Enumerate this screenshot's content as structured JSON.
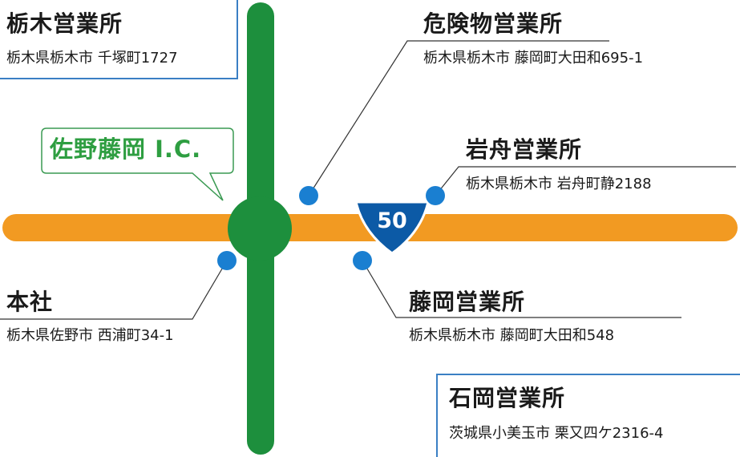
{
  "colors": {
    "expressway": "#1d8f3d",
    "national_road": "#f29a22",
    "route_shield": "#0c5aa6",
    "office_dot": "#1a7fd1",
    "callout_border": "#3a9a52",
    "box_border": "#3a7fc4",
    "leader_line": "#333333"
  },
  "interchange": {
    "label": "佐野藤岡 I.C."
  },
  "route": {
    "number": "50"
  },
  "offices": {
    "tochigi": {
      "name": "栃木営業所",
      "address": "栃木県栃木市 千塚町1727"
    },
    "kikenbutsu": {
      "name": "危険物営業所",
      "address": "栃木県栃木市 藤岡町大田和695-1"
    },
    "iwafune": {
      "name": "岩舟営業所",
      "address": "栃木県栃木市 岩舟町静2188"
    },
    "honsha": {
      "name": "本社",
      "address": "栃木県佐野市 西浦町34-1"
    },
    "fujioka": {
      "name": "藤岡営業所",
      "address": "栃木県栃木市 藤岡町大田和548"
    },
    "ishioka": {
      "name": "石岡営業所",
      "address": "茨城県小美玉市 栗又四ケ2316-4"
    }
  }
}
